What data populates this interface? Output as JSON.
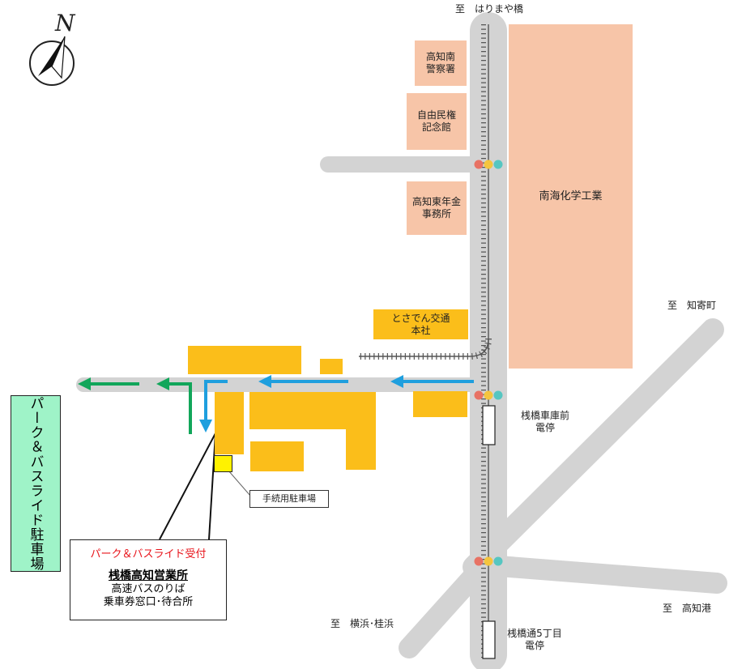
{
  "compass": {
    "north_label": "N",
    "icon": "north-arrow-icon"
  },
  "directions": {
    "north": "至　はりまや橋",
    "northeast": "至　知寄町",
    "southeast": "至　高知港",
    "southwest": "至　横浜･桂浜"
  },
  "buildings": {
    "police": "高知南\n警察署",
    "museum": "自由民権\n記念館",
    "pension": "高知東年金\n事務所",
    "nankai": "南海化学工業",
    "tosaden": "とさでん交通\n本社"
  },
  "stops": {
    "sanbashi_depot": "桟橋車庫前\n電停",
    "sanbashi_5": "桟橋通5丁目\n電停"
  },
  "procedure_parking": "手続用駐車場",
  "park_ride_lot": "パーク＆バスライド駐車場",
  "reception_box": {
    "title": "パーク＆バスライド受付",
    "office": "桟橋高知営業所",
    "line2": "高速バスのりば",
    "line3": "乗車券窓口･待合所"
  },
  "colors": {
    "road": "#d3d3d3",
    "building_pink": "#f7c5a8",
    "building_orange": "#fbbe1a",
    "arrow_blue": "#1f9fde",
    "arrow_green": "#11a65a",
    "marker_red": "#e8141b",
    "parking_lot": "#9ff3c8"
  }
}
